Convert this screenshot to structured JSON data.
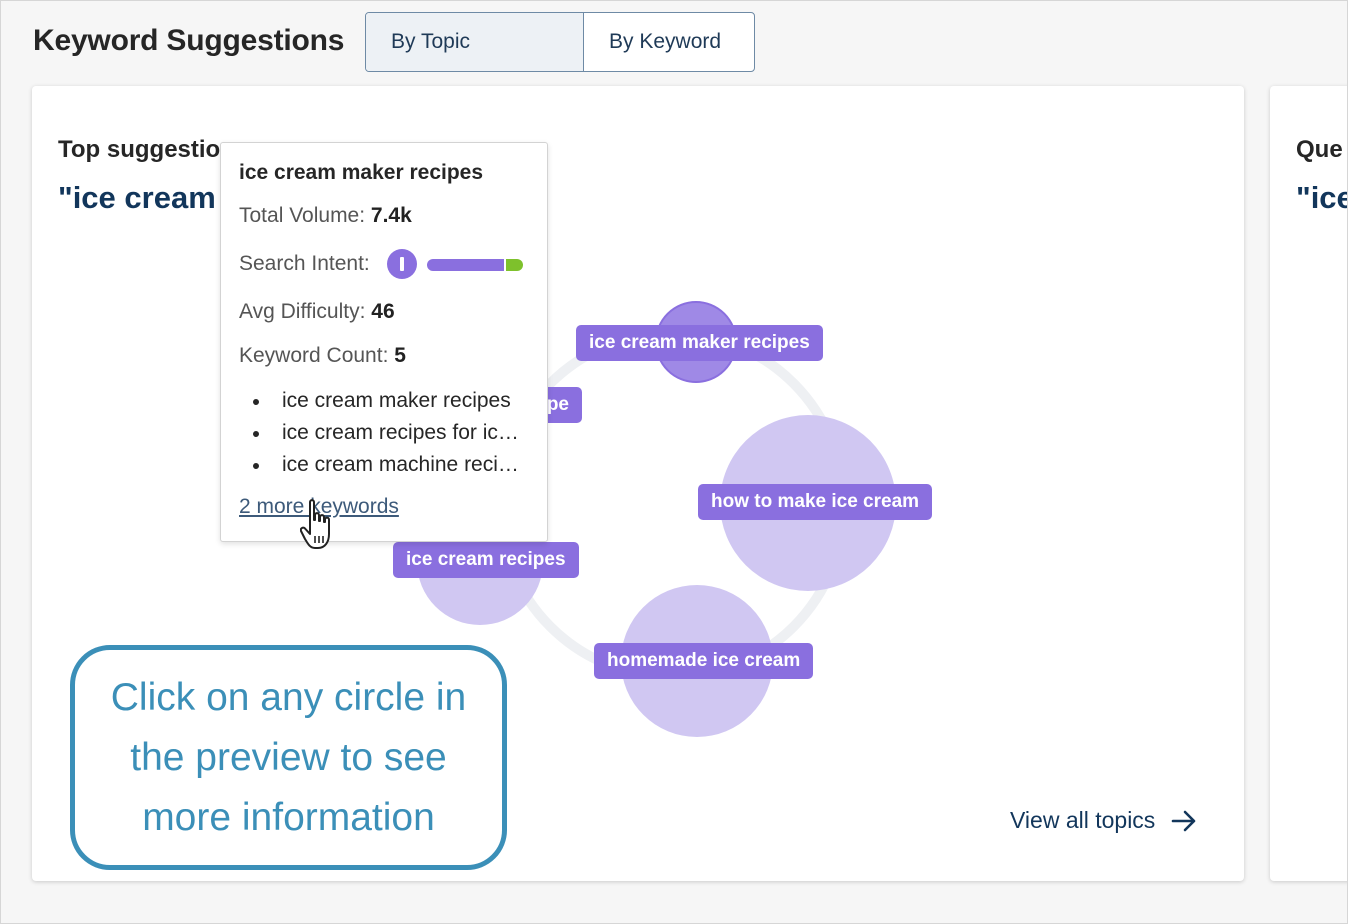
{
  "header": {
    "title": "Keyword Suggestions",
    "tabs": [
      {
        "label": "By Topic",
        "active": true
      },
      {
        "label": "By Keyword",
        "active": false
      }
    ]
  },
  "card": {
    "label": "Top suggestions",
    "topic": "\"ice cream maker recipes\"",
    "view_all": "View all topics"
  },
  "right_card": {
    "label": "Que",
    "topic": "\"ice"
  },
  "graph": {
    "nodes": [
      {
        "label": "ice cream maker recipes"
      },
      {
        "label": "pe"
      },
      {
        "label": "how to make ice cream"
      },
      {
        "label": "ice cream recipes"
      },
      {
        "label": "homemade ice cream"
      }
    ]
  },
  "tooltip": {
    "title": "ice cream maker recipes",
    "volume_label": "Total Volume:",
    "volume_value": "7.4k",
    "intent_label": "Search Intent:",
    "difficulty_label": "Avg Difficulty:",
    "difficulty_value": "46",
    "count_label": "Keyword Count:",
    "count_value": "5",
    "keywords": [
      "ice cream maker recipes",
      "ice cream recipes for ic…",
      "ice cream machine reci…"
    ],
    "more_link": "2 more keywords"
  },
  "callout": {
    "text": "Click on any circle in the preview to see more information"
  },
  "colors": {
    "accent_purple": "#8a6fdf",
    "circle_light": "#d0c7f2",
    "callout_blue": "#3b8fb8",
    "navy": "#12365b",
    "intent_green": "#7ec12c"
  },
  "icons": {
    "info": "info-circle-icon",
    "arrow": "arrow-right-icon",
    "cursor": "hand-pointer-icon"
  }
}
